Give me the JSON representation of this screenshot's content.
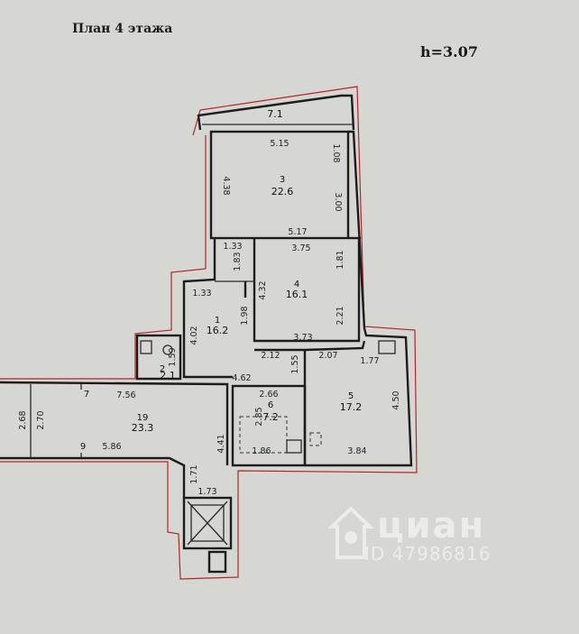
{
  "plan": {
    "title": "План 4 этажа",
    "height_label": "h=3.07"
  },
  "rooms": [
    {
      "id": "room-3",
      "number": "3",
      "area": "22.6"
    },
    {
      "id": "room-4",
      "number": "4",
      "area": "16.1"
    },
    {
      "id": "room-1",
      "number": "1",
      "area": "16.2"
    },
    {
      "id": "room-2",
      "number": "2",
      "area": "2.1"
    },
    {
      "id": "room-5",
      "number": "5",
      "area": "17.2"
    },
    {
      "id": "room-6",
      "number": "6",
      "area": "7.2"
    },
    {
      "id": "room-19",
      "number": "19",
      "area": "23.3"
    },
    {
      "id": "room-7",
      "number": "7",
      "area": ""
    },
    {
      "id": "room-9",
      "number": "9",
      "area": ""
    }
  ],
  "balcony": {
    "area": "7.1"
  },
  "dimensions": [
    "5.15",
    "1.08",
    "4.38",
    "3.00",
    "5.17",
    "1.33",
    "3.75",
    "1.83",
    "1.81",
    "1.33",
    "4.32",
    "1.98",
    "2.21",
    "4.02",
    "3.73",
    "2.12",
    "2.07",
    "1.77",
    "1.55",
    "1.59",
    "4.62",
    "7.56",
    "2.66",
    "2.85",
    "4.50",
    "2.68",
    "2.70",
    "4.41",
    "5.86",
    "1.86",
    "3.84",
    "1.71",
    "1.73"
  ],
  "colors": {
    "background": "#d6d6d3",
    "walls": "#1c1c1c",
    "outline": "#b22626"
  },
  "watermark": {
    "brand": "циан",
    "id": "ID 47986816",
    "logo": "cian-house-icon"
  }
}
